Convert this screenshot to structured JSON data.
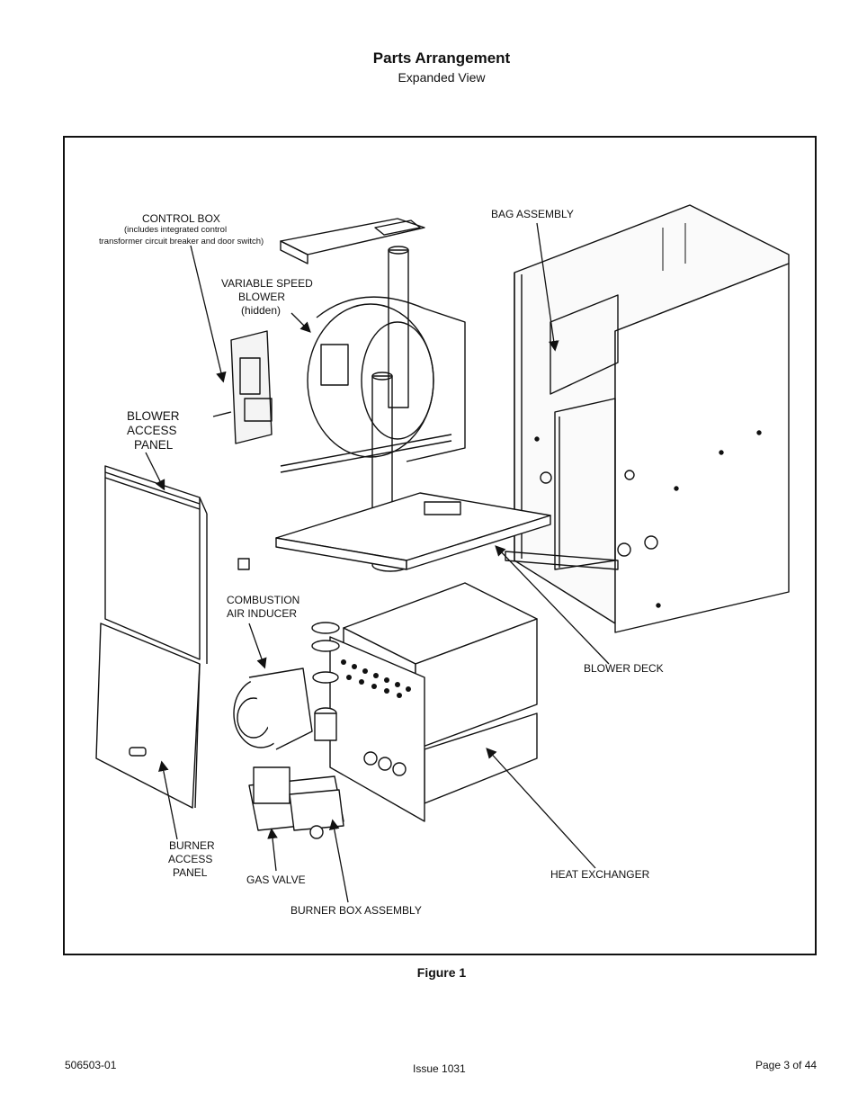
{
  "header": {
    "title": "Parts Arrangement",
    "subtitle": "Expanded View"
  },
  "diagram": {
    "labels": {
      "control_box": "CONTROL BOX",
      "control_box_note_1": "(includes integrated control",
      "control_box_note_2": "transformer circuit breaker and door switch)",
      "vsb_1": "VARIABLE SPEED",
      "vsb_2": "BLOWER",
      "vsb_3": "(hidden)",
      "bag_assembly": "BAG ASSEMBLY",
      "blower_access_1": "BLOWER",
      "blower_access_2": "ACCESS",
      "blower_access_3": "PANEL",
      "combustion_1": "COMBUSTION",
      "combustion_2": "AIR INDUCER",
      "blower_deck": "BLOWER DECK",
      "burner_access_1": "BURNER",
      "burner_access_2": "ACCESS",
      "burner_access_3": "PANEL",
      "gas_valve": "GAS VALVE",
      "heat_exchanger": "HEAT EXCHANGER",
      "burner_box": "BURNER BOX ASSEMBLY"
    }
  },
  "figure_caption": "Figure 1",
  "footer": {
    "doc_number": "506503-01",
    "issue": "Issue 1031",
    "page": "Page 3 of 44"
  }
}
